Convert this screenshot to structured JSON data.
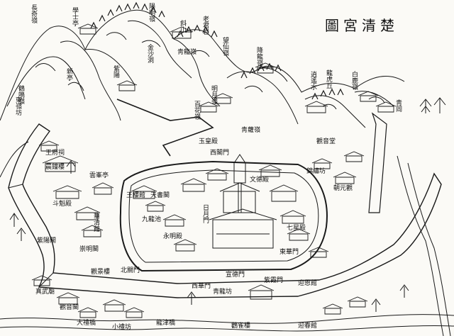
{
  "title": "圖宮清楚",
  "labels": {
    "top_1": "長奇嶺",
    "top_2": "學士亭",
    "top_3": "陽明嶺",
    "top_4": "斜山",
    "top_5": "老君岩",
    "top_6": "望仙嶺",
    "mid_1": "新亭",
    "mid_2": "金沙洞",
    "mid_3": "紫陽",
    "mid_4": "鶴鳴嶺",
    "mid_5": "百花嶺",
    "mid_6": "明月嶺",
    "mid_7": "靑龍嶺",
    "mid_8": "靑蘿嶺",
    "mid_9": "降龍嶺",
    "mid_10": "逍遙水",
    "mid_11": "龍虎丘",
    "mid_12": "白鹿嶺",
    "mid_13": "靑岡",
    "w_1": "東嶺坊",
    "w_2": "王府祠",
    "w_3": "晨鐘樓",
    "w_4": "雲峯亭",
    "w_5": "斗魁殿",
    "w_6": "崇明閣",
    "w_7": "紫陽閣",
    "w_8": "觀景樓",
    "w_9": "華清館",
    "w_10": "北關門",
    "c_1": "王樓館",
    "c_2": "西閣門",
    "c_3": "玉皇殿",
    "c_4": "天書閣",
    "c_5": "日月門",
    "c_6": "九龍池",
    "c_7": "永明殿",
    "c_8": "文德殿",
    "c_9": "東華門",
    "c_10": "七星殿",
    "c_11": "宣德門",
    "c_12": "西華門",
    "e_1": "錦繡坊",
    "e_2": "觀音堂",
    "e_3": "朝元觀",
    "s_1": "真武廟",
    "s_2": "觀音閣",
    "s_3": "大禮橋",
    "s_4": "小禮坊",
    "s_5": "龍津橋",
    "s_6": "靑龍坊",
    "s_7": "紫霞門",
    "s_8": "迎恩館",
    "s_9": "鸛雀樓",
    "s_10": "迎春館"
  }
}
